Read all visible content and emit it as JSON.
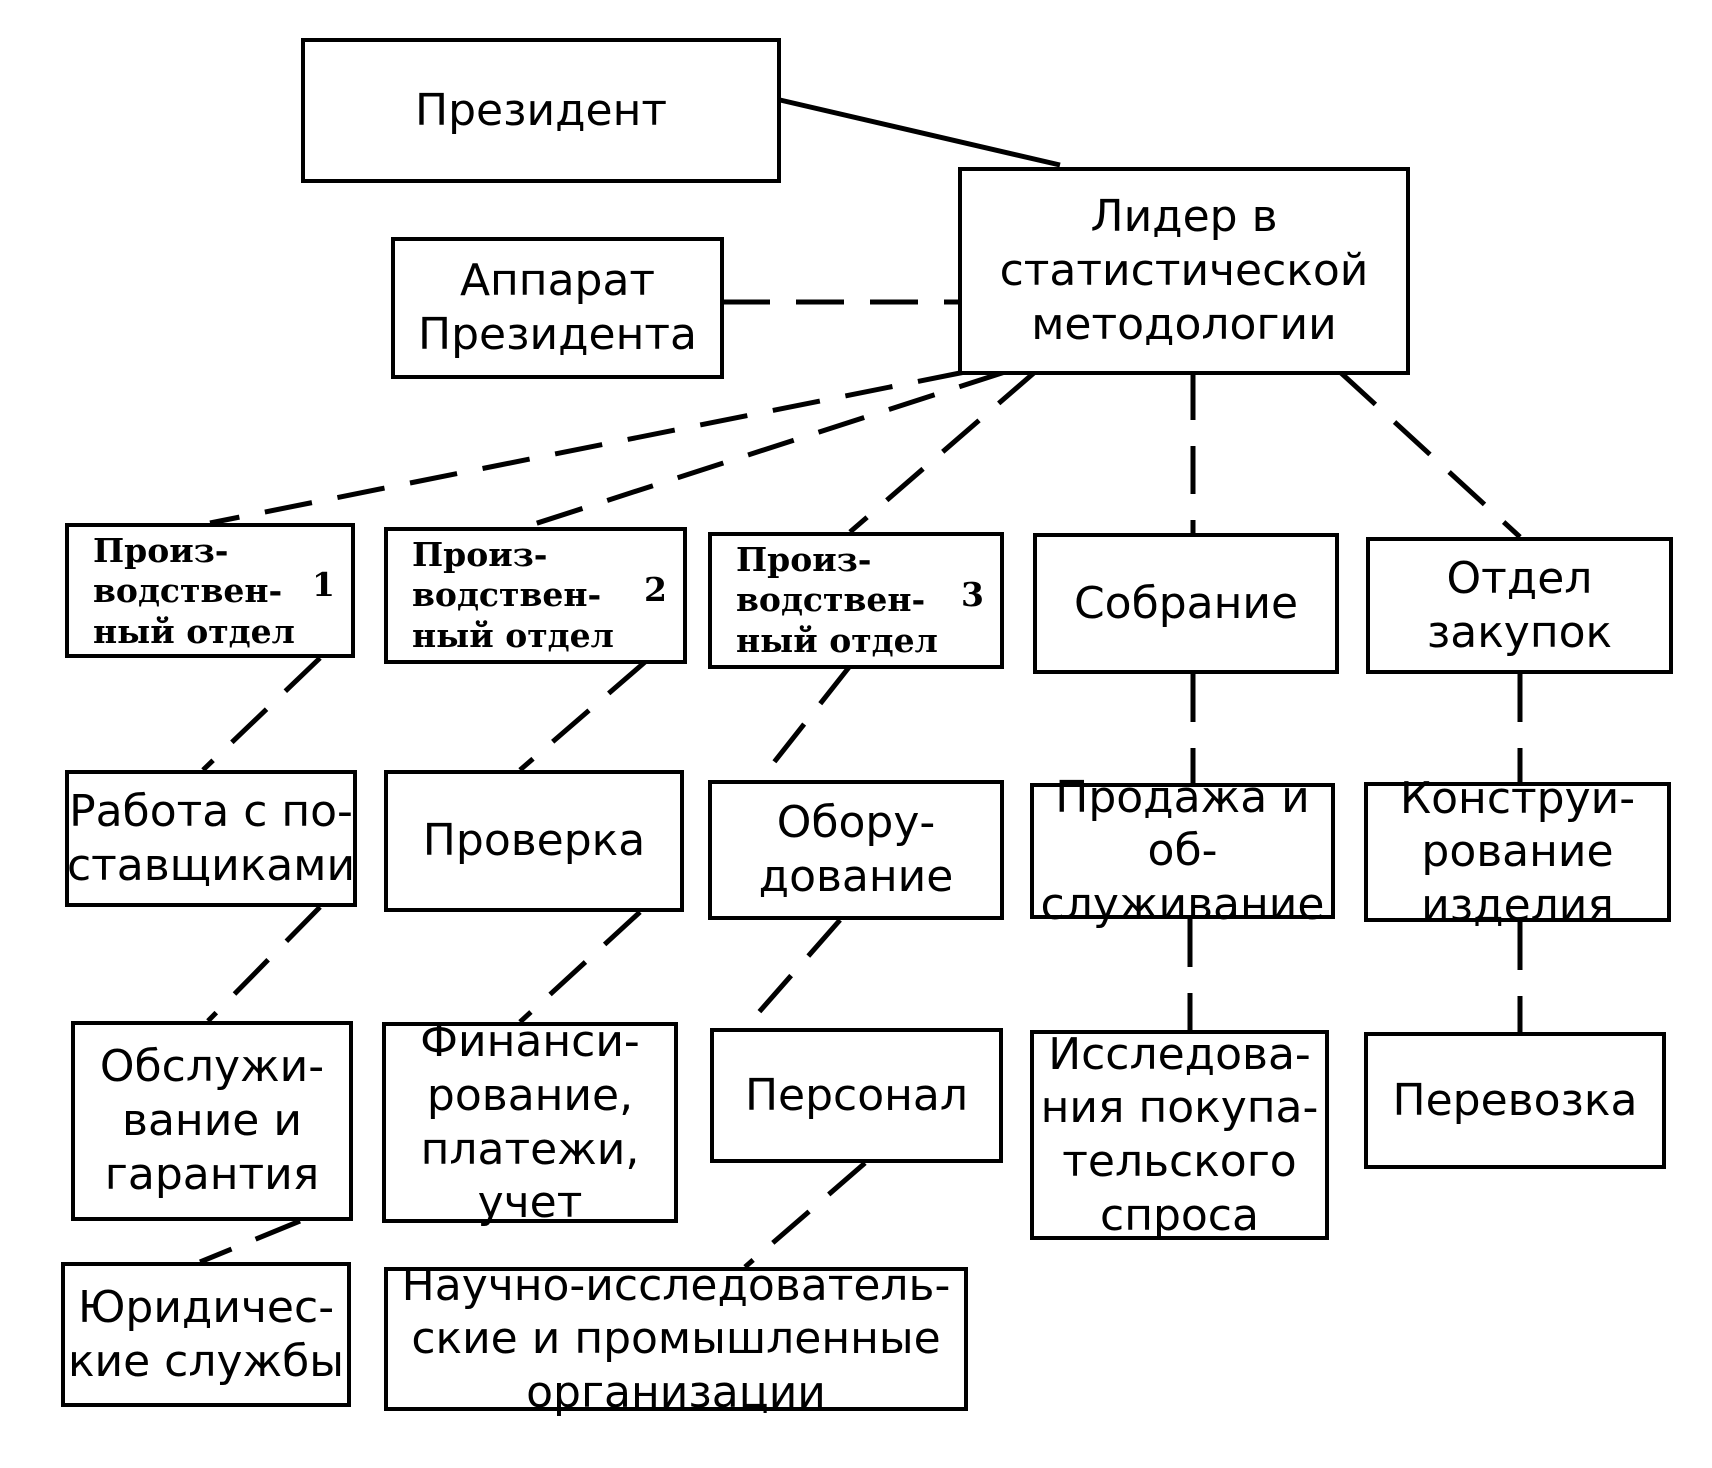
{
  "diagram": {
    "president": "Президент",
    "apparatus": "Аппарат\nПрезидента",
    "leader": "Лидер в\nстатистической\nметодологии",
    "prod_dept_label": "Произ-\nводствен-\nный отдел",
    "prod1_num": "1",
    "prod2_num": "2",
    "prod3_num": "3",
    "assembly": "Собрание",
    "purchasing": "Отдел\nзакупок",
    "suppliers": "Работа с по-\nставщиками",
    "inspection": "Проверка",
    "equipment": "Обору-\nдование",
    "sales": "Продажа и об-\nслуживание",
    "design": "Конструи-\nрование\nизделия",
    "service": "Обслужи-\nвание и\nгарантия",
    "finance": "Финанси-\nрование,\nплатежи,\nучет",
    "personnel": "Персонал",
    "research": "Исследова-\nния покупа-\nтельского\nспроса",
    "transport": "Перевозка",
    "legal": "Юридичес-\nкие службы",
    "rnd": "Научно-исследователь-\nские и промышленные\nорганизации"
  }
}
